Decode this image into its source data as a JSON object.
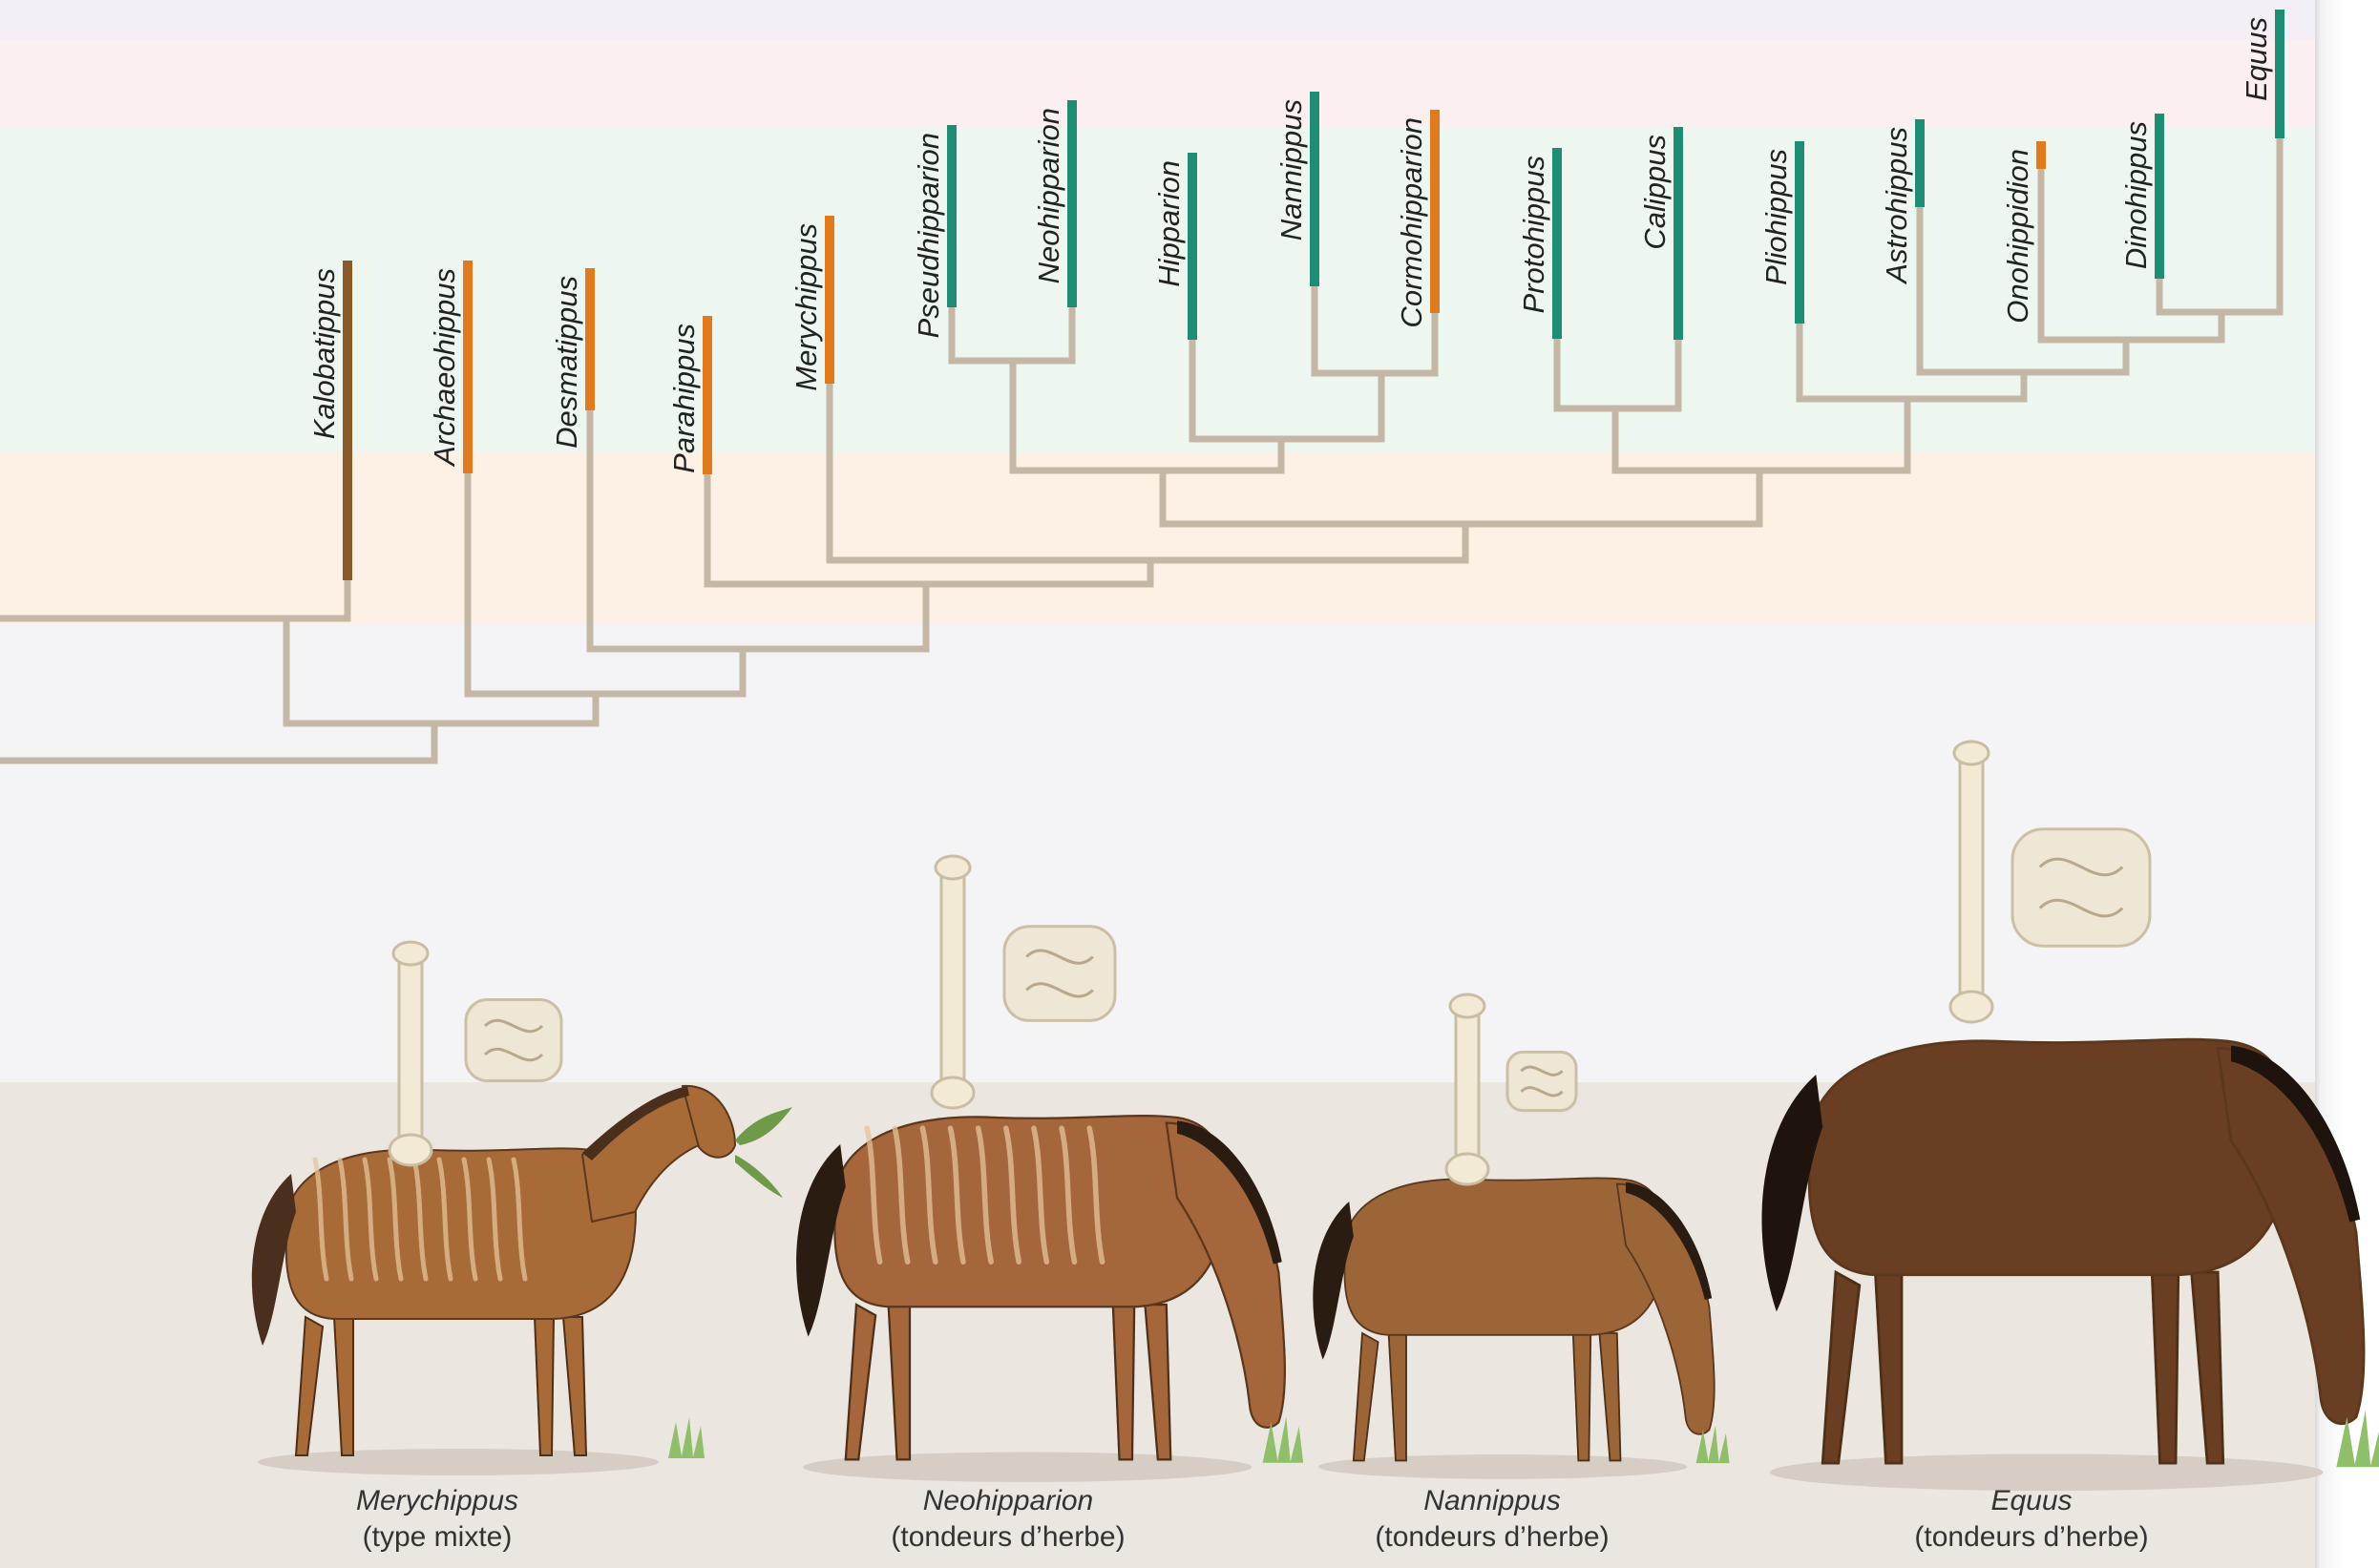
{
  "colors": {
    "branch": "#c4b7a6",
    "browser": "#8a5a2b",
    "mixed_feeder": "#e07a1f",
    "grazer": "#1f8c74",
    "band_top": "#f4eef6",
    "band_pink": "#fcefef",
    "band_green": "#eef6f0",
    "band_peach": "#fdf0e4",
    "band_grey": "#f4f4f6",
    "band_ground": "#ece6e1"
  },
  "taxa": [
    {
      "name": "Kalobatippus",
      "diet": "browser"
    },
    {
      "name": "Archaeohippus",
      "diet": "mixed"
    },
    {
      "name": "Desmatippus",
      "diet": "mixed"
    },
    {
      "name": "Parahippus",
      "diet": "mixed"
    },
    {
      "name": "Merychippus",
      "diet": "mixed"
    },
    {
      "name": "Pseudhipparion",
      "diet": "grazer"
    },
    {
      "name": "Neohipparion",
      "diet": "grazer"
    },
    {
      "name": "Hipparion",
      "diet": "grazer"
    },
    {
      "name": "Nannippus",
      "diet": "grazer"
    },
    {
      "name": "Cormohipparion",
      "diet": "mixed"
    },
    {
      "name": "Protohippus",
      "diet": "grazer"
    },
    {
      "name": "Calippus",
      "diet": "grazer"
    },
    {
      "name": "Pliohippus",
      "diet": "grazer"
    },
    {
      "name": "Astrohippus",
      "diet": "grazer"
    },
    {
      "name": "Onohippidion",
      "diet": "mixed"
    },
    {
      "name": "Dinohippus",
      "diet": "grazer"
    },
    {
      "name": "Equus",
      "diet": "grazer"
    }
  ],
  "horses": [
    {
      "genus": "Merychippus",
      "diet": "(type mixte)",
      "icon": "horse-browsing-icon"
    },
    {
      "genus": "Neohipparion",
      "diet": "(tondeurs d’herbe)",
      "icon": "horse-grazing-icon"
    },
    {
      "genus": "Nannippus",
      "diet": "(tondeurs d’herbe)",
      "icon": "horse-grazing-icon"
    },
    {
      "genus": "Equus",
      "diet": "(tondeurs d’herbe)",
      "icon": "horse-grazing-icon"
    }
  ]
}
